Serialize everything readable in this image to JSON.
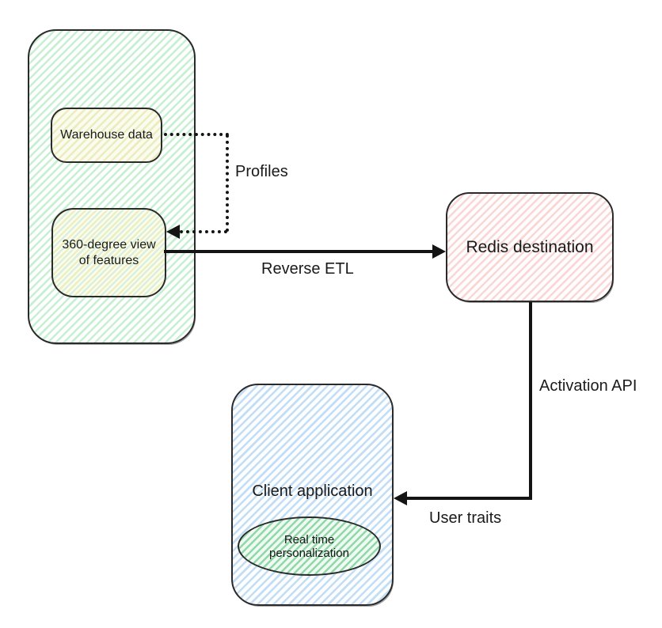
{
  "diagram": {
    "background_color": "#ffffff",
    "stroke_color": "#141414",
    "nodes": {
      "warehouse_group": {
        "type": "group-container",
        "fill_accent": "#c7efd2"
      },
      "warehouse_data": {
        "label": "Warehouse data",
        "fill_accent": "#ececbe"
      },
      "feature_view": {
        "label_line1": "360-degree view",
        "label_line2": "of features",
        "fill_accent": "#ecefc0"
      },
      "redis_destination": {
        "label": "Redis destination",
        "fill_accent": "#f8d7d5"
      },
      "client_application": {
        "label": "Client application",
        "fill_accent": "#c2ddf4"
      },
      "real_time_personalization": {
        "label_line1": "Real time",
        "label_line2": "personalization",
        "fill_accent": "#90d8a8"
      }
    },
    "edges": {
      "profiles": {
        "label": "Profiles",
        "style": "dotted",
        "from": "warehouse_data",
        "to": "feature_view"
      },
      "reverse_etl": {
        "label": "Reverse ETL",
        "style": "solid",
        "from": "feature_view",
        "to": "redis_destination"
      },
      "activation_api": {
        "label": "Activation API",
        "style": "solid",
        "segment": "vertical",
        "from": "redis_destination",
        "to": "client_application"
      },
      "user_traits": {
        "label": "User traits",
        "style": "solid",
        "segment": "horizontal",
        "from": "redis_destination",
        "to": "client_application"
      }
    }
  }
}
